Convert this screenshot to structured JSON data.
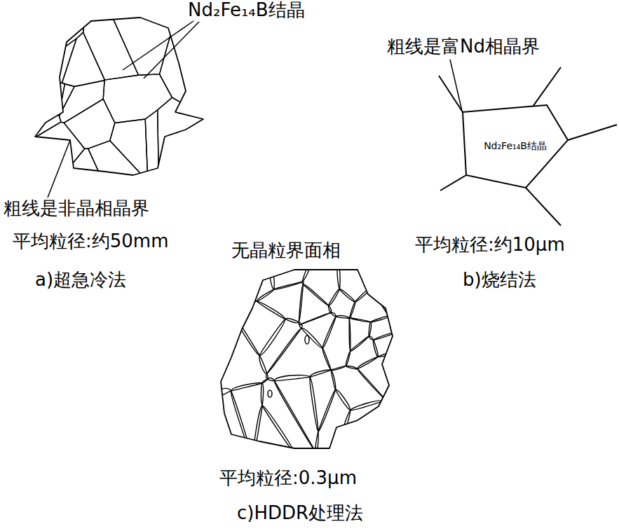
{
  "diagram": {
    "nodes": [
      {
        "text": [
          "Nd₂Fe₁₄B结晶"
        ]
      }
    ],
    "labels": [
      "Nd₂Fe₁₄B结晶",
      "粗线是非晶相晶界",
      "平均粒径:约50mm",
      "a)超急冷法",
      "粗线是富Nd相晶界",
      "平均粒径:约10μm",
      "b)烧结法",
      "无晶粒界面相",
      "平均粒径:0.3μm",
      "c)HDDR处理法"
    ]
  }
}
